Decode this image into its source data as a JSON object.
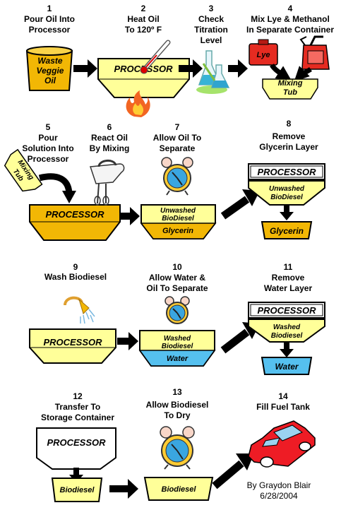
{
  "colors": {
    "yellow": "#ffff99",
    "orange": "#f2b705",
    "water": "#55c0ef",
    "arrow": "#000000",
    "car": "#ee1c25",
    "lye": "#e52b21"
  },
  "steps": [
    {
      "number": "1",
      "lines": [
        "Pour Oil Into",
        "Processor"
      ]
    },
    {
      "number": "2",
      "lines": [
        "Heat Oil",
        "To 120º F"
      ]
    },
    {
      "number": "3",
      "lines": [
        "Check",
        "Titration",
        "Level"
      ]
    },
    {
      "number": "4",
      "lines": [
        "Mix Lye & Methanol",
        "In Separate Container"
      ]
    },
    {
      "number": "5",
      "lines": [
        "Pour",
        "Solution Into",
        "Processor"
      ]
    },
    {
      "number": "6",
      "lines": [
        "React Oil",
        "By Mixing"
      ]
    },
    {
      "number": "7",
      "lines": [
        "Allow Oil To",
        "Separate"
      ]
    },
    {
      "number": "8",
      "lines": [
        "Remove",
        "Glycerin Layer"
      ]
    },
    {
      "number": "9",
      "lines": [
        "Wash Biodiesel"
      ]
    },
    {
      "number": "10",
      "lines": [
        "Allow Water &",
        "Oil To Separate"
      ]
    },
    {
      "number": "11",
      "lines": [
        "Remove",
        "Water Layer"
      ]
    },
    {
      "number": "12",
      "lines": [
        "Transfer To",
        "Storage Container"
      ]
    },
    {
      "number": "13",
      "lines": [
        "Allow Biodiesel",
        "To Dry"
      ]
    },
    {
      "number": "14",
      "lines": [
        "Fill Fuel Tank"
      ]
    }
  ],
  "labels": {
    "waste_oil": [
      "Waste",
      "Veggie",
      "Oil"
    ],
    "processor": "PROCESSOR",
    "lye": "Lye",
    "mixing_tub": [
      "Mixing",
      "Tub"
    ],
    "unwashed": [
      "Unwashed",
      "BioDiesel"
    ],
    "glycerin": "Glycerin",
    "washed": [
      "Washed",
      "Biodiesel"
    ],
    "water": "Water",
    "biodiesel": "Biodiesel"
  },
  "credit": [
    "By Graydon Blair",
    "6/28/2004"
  ]
}
